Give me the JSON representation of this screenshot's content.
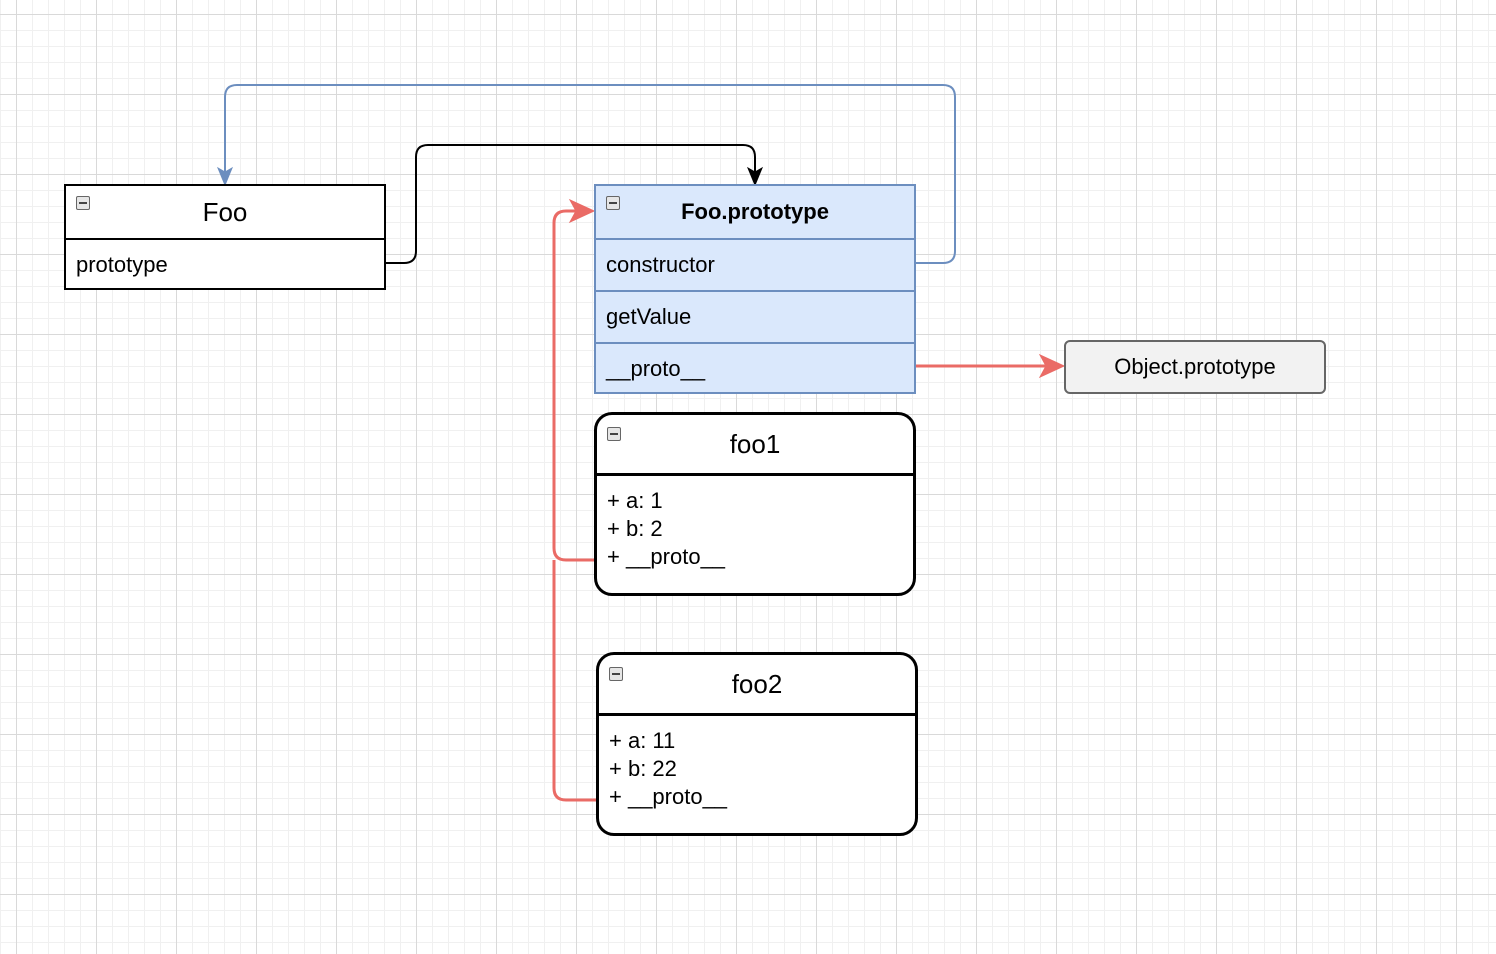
{
  "nodes": {
    "foo": {
      "title": "Foo",
      "fields": [
        "prototype"
      ]
    },
    "foo_prototype": {
      "title": "Foo.prototype",
      "fields": [
        "constructor",
        "getValue",
        "__proto__"
      ]
    },
    "object_prototype": {
      "label": "Object.prototype"
    },
    "foo1": {
      "title": "foo1",
      "fields": [
        "+ a: 1",
        "+ b: 2",
        "+ __proto__"
      ]
    },
    "foo2": {
      "title": "foo2",
      "fields": [
        "+ a: 11",
        "+ b: 22",
        "+ __proto__"
      ]
    }
  },
  "edges": [
    {
      "from": "foo.prototype",
      "to": "foo_prototype",
      "color": "#000000"
    },
    {
      "from": "foo_prototype.constructor",
      "to": "foo",
      "color": "#6c8ebf"
    },
    {
      "from": "foo_prototype.__proto__",
      "to": "object_prototype",
      "color": "#ea6b66"
    },
    {
      "from": "foo1.__proto__",
      "to": "foo_prototype",
      "color": "#ea6b66"
    },
    {
      "from": "foo2.__proto__",
      "to": "foo_prototype",
      "color": "#ea6b66"
    }
  ],
  "colors": {
    "prototype_fill": "#dae8fc",
    "prototype_stroke": "#6c8ebf",
    "proto_link": "#ea6b66",
    "object_fill": "#f2f2f2"
  }
}
